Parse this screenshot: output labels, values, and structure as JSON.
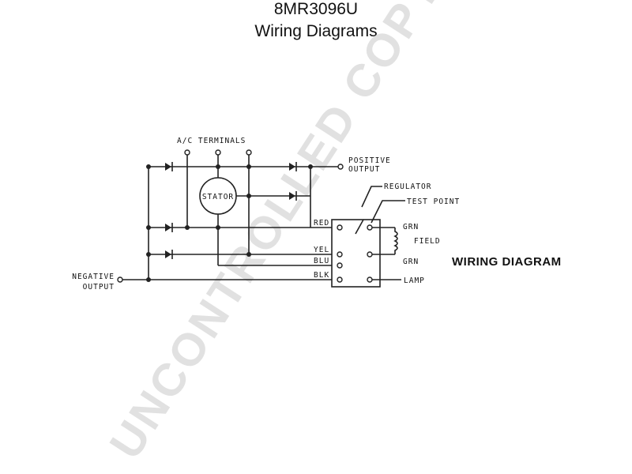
{
  "header": {
    "part_number": "8MR3096U",
    "subtitle": "Wiring Diagrams"
  },
  "diagram": {
    "ac_terminals": "A/C TERMINALS",
    "positive_line1": "POSITIVE",
    "positive_line2": "OUTPUT",
    "stator": "STATOR",
    "regulator": "REGULATOR",
    "test_point": "TEST POINT",
    "red": "RED",
    "yel": "YEL",
    "blu": "BLU",
    "blk": "BLK",
    "grn_top": "GRN",
    "field": "FIELD",
    "grn_bottom": "GRN",
    "lamp": "LAMP",
    "negative_line1": "NEGATIVE",
    "negative_line2": "OUTPUT",
    "wiring_diagram": "WIRING DIAGRAM"
  },
  "watermark": "UNCONTROLLED COPY"
}
